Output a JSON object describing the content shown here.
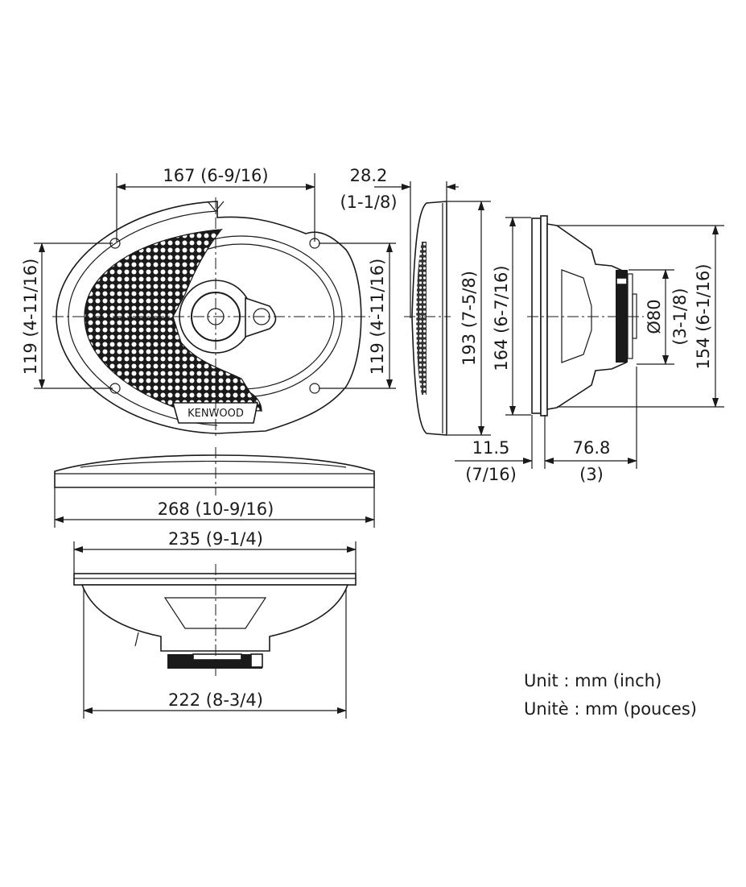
{
  "dimensions": {
    "front_width_holes": "167 (6-9/16)",
    "depth_flange_mm": "28.2",
    "depth_flange_in": "(1-1/8)",
    "front_height_holes_left": "119 (4-11/16)",
    "front_height_holes_right": "119 (4-11/16)",
    "overall_height": "193 (7-5/8)",
    "cutout_height": "164 (6-7/16)",
    "basket_height": "154 (6-1/16)",
    "magnet_diameter": "Ø80",
    "magnet_diameter_in": "(3-1/8)",
    "flange_thickness_mm": "11.5",
    "flange_thickness_in": "(7/16)",
    "mount_depth_mm": "76.8",
    "mount_depth_in": "(3)",
    "overall_width": "268 (10-9/16)",
    "cutout_width": "235 (9-1/4)",
    "basket_width": "222 (8-3/4)"
  },
  "brand": "KENWOOD",
  "units": {
    "english": "Unit : mm (inch)",
    "french": "Unitè : mm (pouces)"
  }
}
